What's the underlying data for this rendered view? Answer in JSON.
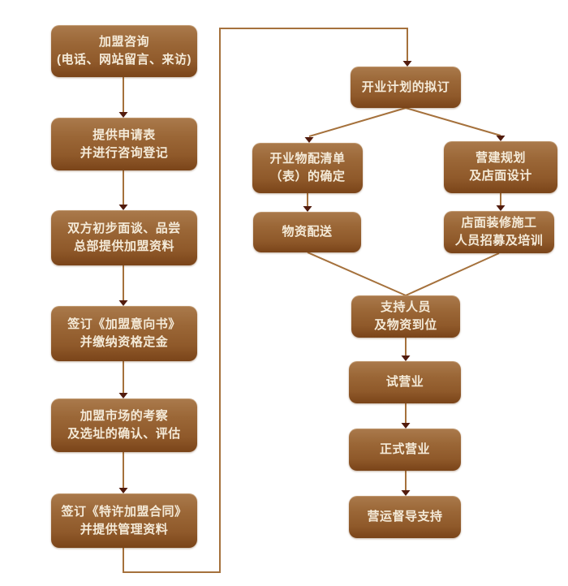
{
  "colors": {
    "background": "#ffffff",
    "box_fill_top": "#aa7a4c",
    "box_fill_mid": "#9b6737",
    "box_fill_bottom": "#7a4419",
    "box_text": "#f4ead8",
    "connector_line": "#a5713c",
    "arrowhead": "#521c0e"
  },
  "nodes": [
    {
      "id": "consult",
      "label": "加盟咨询\n(电话、网站留言、来访)"
    },
    {
      "id": "application",
      "label": "提供申请表\n并进行咨询登记"
    },
    {
      "id": "interview",
      "label": "双方初步面谈、品尝\n总部提供加盟资料"
    },
    {
      "id": "intent-letter",
      "label": "签订《加盟意向书》\n并缴纳资格定金"
    },
    {
      "id": "market-survey",
      "label": "加盟市场的考察\n及选址的确认、评估"
    },
    {
      "id": "franchise-contract",
      "label": "签订《特许加盟合同》\n并提供管理资料"
    },
    {
      "id": "opening-plan",
      "label": "开业计划的拟订"
    },
    {
      "id": "supply-list",
      "label": "开业物配清单\n（表）的确定"
    },
    {
      "id": "construction-plan",
      "label": "营建规划\n及店面设计"
    },
    {
      "id": "goods-delivery",
      "label": "物资配送"
    },
    {
      "id": "renovation-hiring",
      "label": "店面装修施工\n人员招募及培训"
    },
    {
      "id": "staff-goods-ready",
      "label": "支持人员\n及物资到位"
    },
    {
      "id": "trial-operation",
      "label": "试营业"
    },
    {
      "id": "official-opening",
      "label": "正式营业"
    },
    {
      "id": "operation-support",
      "label": "营运督导支持"
    }
  ],
  "edges": [
    {
      "from": "consult",
      "to": "application"
    },
    {
      "from": "application",
      "to": "interview"
    },
    {
      "from": "interview",
      "to": "intent-letter"
    },
    {
      "from": "intent-letter",
      "to": "market-survey"
    },
    {
      "from": "market-survey",
      "to": "franchise-contract"
    },
    {
      "from": "franchise-contract",
      "to": "opening-plan"
    },
    {
      "from": "opening-plan",
      "to": "supply-list"
    },
    {
      "from": "opening-plan",
      "to": "construction-plan"
    },
    {
      "from": "supply-list",
      "to": "goods-delivery"
    },
    {
      "from": "construction-plan",
      "to": "renovation-hiring"
    },
    {
      "from": "goods-delivery",
      "to": "staff-goods-ready"
    },
    {
      "from": "renovation-hiring",
      "to": "staff-goods-ready"
    },
    {
      "from": "staff-goods-ready",
      "to": "trial-operation"
    },
    {
      "from": "trial-operation",
      "to": "official-opening"
    },
    {
      "from": "official-opening",
      "to": "operation-support"
    }
  ]
}
